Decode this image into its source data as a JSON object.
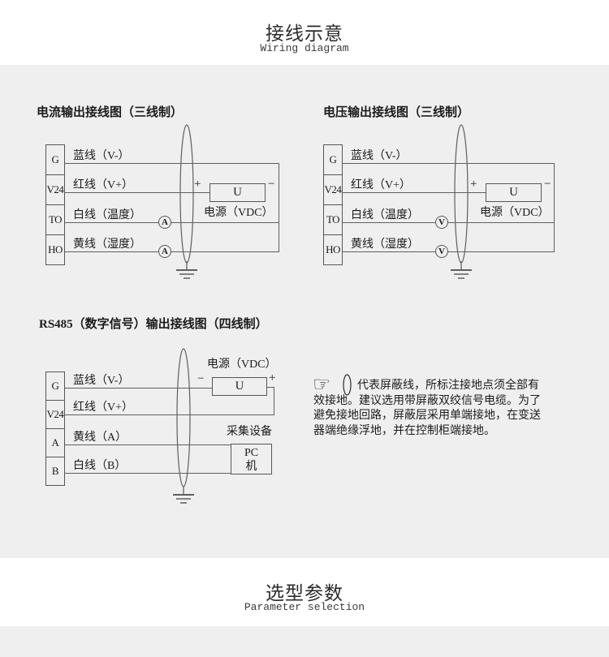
{
  "header": {
    "title": "接线示意",
    "subtitle": "Wiring diagram"
  },
  "footer_section": {
    "title": "选型参数",
    "subtitle": "Parameter selection"
  },
  "colors": {
    "panel_bg": "#efefef",
    "line": "#5f5f5f",
    "text": "#1b1b1b"
  },
  "diagram_current": {
    "title": "电流输出接线图（三线制）",
    "terminals": [
      "G",
      "V24",
      "TO",
      "HO"
    ],
    "wire_labels": [
      "蓝线（V-）",
      "红线（V+）",
      "白线（温度）",
      "黄线（湿度）"
    ],
    "meter_letter": "A",
    "plus": "+",
    "minus": "−",
    "psu_unit": "U",
    "psu_caption": "电源（VDC）"
  },
  "diagram_voltage": {
    "title": "电压输出接线图（三线制）",
    "terminals": [
      "G",
      "V24",
      "TO",
      "HO"
    ],
    "wire_labels": [
      "蓝线（V-）",
      "红线（V+）",
      "白线（温度）",
      "黄线（湿度）"
    ],
    "meter_letter": "V",
    "plus": "+",
    "minus": "−",
    "psu_unit": "U",
    "psu_caption": "电源（VDC）"
  },
  "diagram_rs485": {
    "title": "RS485（数字信号）输出接线图（四线制）",
    "terminals": [
      "G",
      "V24",
      "A",
      "B"
    ],
    "wire_labels": [
      "蓝线（V-）",
      "红线（V+）",
      "黄线（A）",
      "白线（B）"
    ],
    "plus": "+",
    "minus": "−",
    "psu_unit": "U",
    "psu_caption": "电源（VDC）",
    "device_caption": "采集设备",
    "device_name_line1": "PC",
    "device_name_line2": "机"
  },
  "note": {
    "hand_icon": "☞",
    "icons": [
      "pointing-hand",
      "shield-ellipse"
    ],
    "text": "代表屏蔽线，所标注接地点须全部有效接地。建议选用带屏蔽双绞信号电缆。为了避免接地回路，屏蔽层采用单端接地，在变送器端绝缘浮地，并在控制柜端接地。"
  }
}
